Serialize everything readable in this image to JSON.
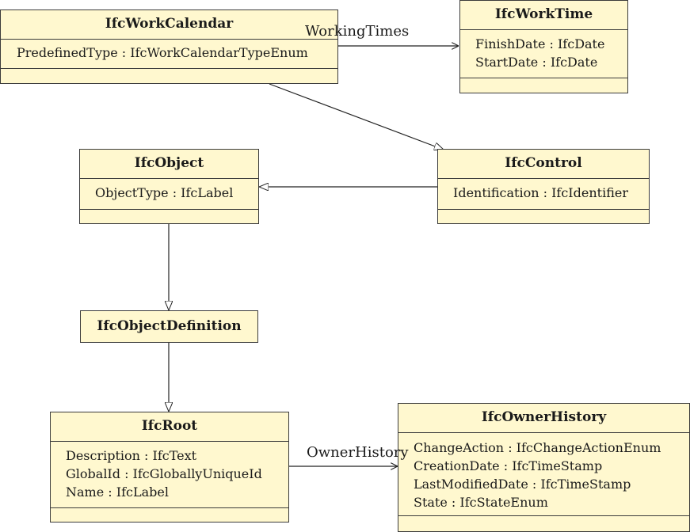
{
  "classes": {
    "work_calendar": {
      "name": "IfcWorkCalendar",
      "attributes": [
        "PredefinedType : IfcWorkCalendarTypeEnum"
      ]
    },
    "work_time": {
      "name": "IfcWorkTime",
      "attributes": [
        "FinishDate : IfcDate",
        "StartDate : IfcDate"
      ]
    },
    "object": {
      "name": "IfcObject",
      "attributes": [
        "ObjectType : IfcLabel"
      ]
    },
    "control": {
      "name": "IfcControl",
      "attributes": [
        "Identification : IfcIdentifier"
      ]
    },
    "object_definition": {
      "name": "IfcObjectDefinition",
      "attributes": []
    },
    "root": {
      "name": "IfcRoot",
      "attributes": [
        "Description : IfcText",
        "GlobalId : IfcGloballyUniqueId",
        "Name : IfcLabel"
      ]
    },
    "owner_history": {
      "name": "IfcOwnerHistory",
      "attributes": [
        "ChangeAction : IfcChangeActionEnum",
        "CreationDate : IfcTimeStamp",
        "LastModifiedDate : IfcTimeStamp",
        "State : IfcStateEnum"
      ]
    }
  },
  "associations": {
    "working_times": "WorkingTimes",
    "owner_history": "OwnerHistory"
  }
}
